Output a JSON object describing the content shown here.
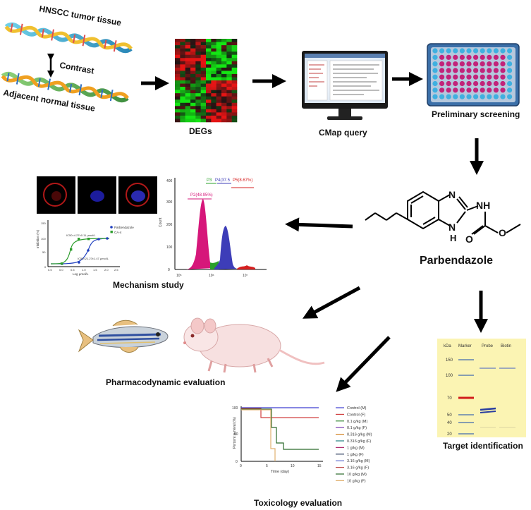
{
  "dna": {
    "top_label": "HNSCC tumor tissue",
    "middle_label": "Contrast",
    "bottom_label": "Adjacent normal tissue"
  },
  "steps": {
    "degs": "DEGs",
    "cmap": "CMap query",
    "screening": "Preliminary screening",
    "compound": "Parbendazole",
    "mechanism": "Mechanism study",
    "pharmacodynamic": "Pharmacodynamic evaluation",
    "toxicology": "Toxicology evaluation",
    "target": "Target identification"
  },
  "molecule": {
    "nh_top": "NH",
    "n_ring": "N",
    "h_ring": "H",
    "n_ring_top": "N",
    "o_carbonyl": "O",
    "o_ester": "O"
  },
  "mechanism_panels": {
    "dose_response": {
      "ylabel": "Inhibition (%)",
      "xlabel": "Log μmol/L",
      "legend": [
        "Parbendazole",
        "CA-4"
      ],
      "ic50_parbendazole": "IC50=4.27±0.11 μmol/L",
      "ic50_ca4": "IC50=21.27±1.47 μmol/L",
      "colors": {
        "parbendazole": "#1f3fbf",
        "ca4": "#2e9e2e"
      },
      "x_ticks": [
        "0.5",
        "0.0",
        "0.5",
        "1.0",
        "1.5",
        "2.0",
        "2.5"
      ],
      "y_ticks": [
        "0",
        "50",
        "100",
        "150"
      ]
    },
    "flow": {
      "ylabel": "Count",
      "y_ticks": [
        "0",
        "100",
        "200",
        "300",
        "400"
      ],
      "gates": {
        "p2": "P2(48.95%)",
        "p3": "P3",
        "p4": "P4(37.5",
        "p5": "P5(8.67%)"
      },
      "x_ticks": [
        "10⁵",
        "10⁶",
        "10⁷"
      ],
      "colors": {
        "p2": "#d6177a",
        "p3": "#2aa02a",
        "p4": "#3d3db8",
        "p5": "#d62020"
      }
    }
  },
  "western": {
    "headers": {
      "kda": "kDa",
      "marker": "Marker",
      "probe": "Probe",
      "biotin": "Biotin"
    },
    "markers": [
      "150",
      "100",
      "70",
      "50",
      "40",
      "20"
    ],
    "background": "#fbf4b3",
    "highlight": "#d11b1b"
  },
  "survival": {
    "ylabel": "Percent survival (%)",
    "xlabel": "Time (day)",
    "y_ticks": [
      "0",
      "50",
      "100"
    ],
    "x_ticks": [
      "0",
      "5",
      "10",
      "15"
    ],
    "legend": [
      {
        "label": "Control (M)",
        "color": "#3f3fd0"
      },
      {
        "label": "Control (F)",
        "color": "#d04040"
      },
      {
        "label": "0.1 g/kg (M)",
        "color": "#3a8a3a"
      },
      {
        "label": "0.1 g/kg (F)",
        "color": "#7a3fb0"
      },
      {
        "label": "0.316 g/kg (M)",
        "color": "#d08020"
      },
      {
        "label": "0.316 g/kg (F)",
        "color": "#208080"
      },
      {
        "label": "1 g/kg (M)",
        "color": "#b03070"
      },
      {
        "label": "1 g/kg (F)",
        "color": "#304060"
      },
      {
        "label": "3.16 g/kg (M)",
        "color": "#6070d0"
      },
      {
        "label": "3.16 g/kg (F)",
        "color": "#c05050"
      },
      {
        "label": "10 g/kg (M)",
        "color": "#2a6a2a"
      },
      {
        "label": "10 g/kg (F)",
        "color": "#e0b070"
      }
    ]
  }
}
